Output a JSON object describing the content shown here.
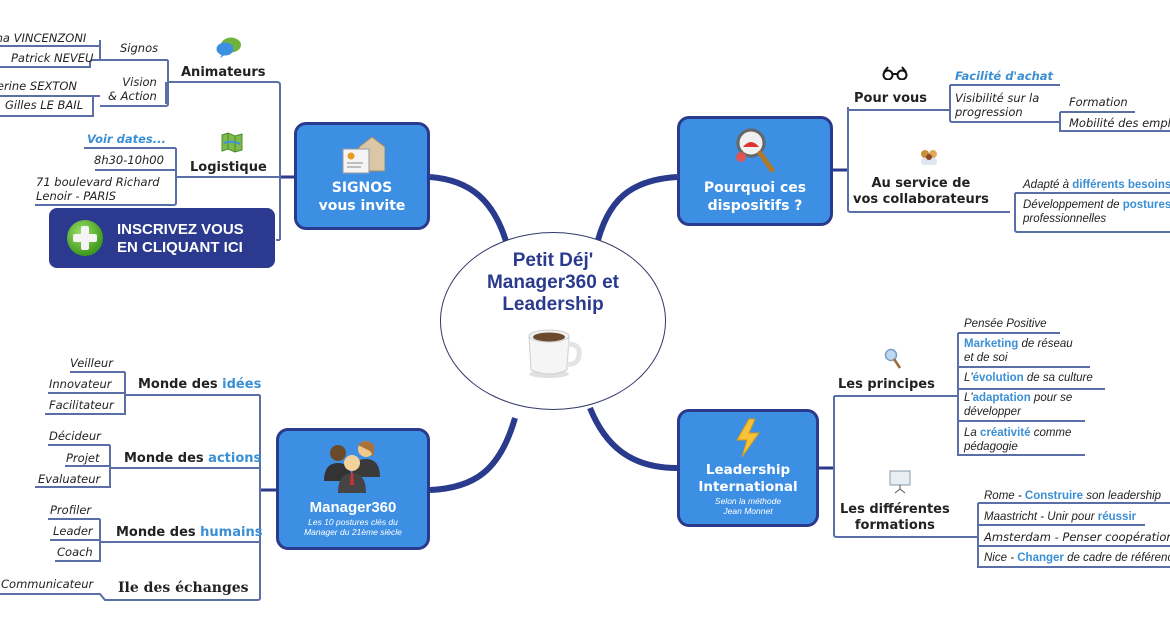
{
  "center": {
    "title_lines": [
      "Petit Déj'",
      "Manager360 et",
      "Leadership"
    ],
    "icon": "coffee-cup-icon"
  },
  "branches": {
    "signos": {
      "title_lines": [
        "SIGNOS",
        "vous invite"
      ],
      "icon": "invitation-envelope-icon",
      "animateurs": {
        "label": "Animateurs",
        "icon": "chat-bubbles-icon",
        "groups": [
          {
            "label": "Signos",
            "people": [
              "Ilana VINCENZONI",
              "Patrick NEVEU"
            ]
          },
          {
            "label_lines": [
              "Vision",
              "& Action"
            ],
            "people": [
              "Catherine SEXTON",
              "Gilles LE BAIL"
            ]
          }
        ]
      },
      "logistique": {
        "label": "Logistique",
        "icon": "map-icon",
        "items": [
          "Voir dates...",
          "8h30-10h00",
          "71 boulevard Richard",
          "Lenoir - PARIS"
        ]
      },
      "cta": {
        "line1": "INSCRIVEZ VOUS",
        "line2": "EN CLIQUANT ICI",
        "icon": "plus-icon"
      }
    },
    "pourquoi": {
      "title_lines": [
        "Pourquoi ces",
        "dispositifs ?"
      ],
      "icon": "magnifier-icon",
      "pour_vous": {
        "label": "Pour vous",
        "icon": "glasses-icon",
        "items": [
          "Facilité d'achat",
          "Visibilité sur la",
          "progression"
        ],
        "sub_items": [
          "Formation",
          "Mobilité des employés"
        ]
      },
      "collaborateurs": {
        "label_lines": [
          "Au service de",
          "vos collaborateurs"
        ],
        "icon": "group-icon",
        "items": [
          {
            "pre": "Adapté à ",
            "hl": "différents besoins",
            "post": ""
          },
          {
            "pre": "Développement de ",
            "hl": "postures",
            "post": "",
            "line2": "professionnelles"
          }
        ]
      }
    },
    "manager360": {
      "title": "Manager360",
      "subtitle_lines": [
        "Les 10 postures clés du",
        "Manager du 21ème siècle"
      ],
      "icon": "business-people-icon",
      "mondes": [
        {
          "pre": "Monde des ",
          "hl": "idées",
          "items": [
            "Veilleur",
            "Innovateur",
            "Facilitateur"
          ]
        },
        {
          "pre": "Monde des ",
          "hl": "actions",
          "items": [
            "Décideur",
            "Projet",
            "Evaluateur"
          ]
        },
        {
          "pre": "Monde des ",
          "hl": "humains",
          "items": [
            "Profiler",
            "Leader",
            "Coach"
          ]
        },
        {
          "pre": "Ile des échanges",
          "hl": "",
          "items": [
            "Communicateur"
          ]
        }
      ]
    },
    "leadership": {
      "title_lines": [
        "Leadership",
        "International"
      ],
      "subtitle_lines": [
        "Selon la méthode",
        "Jean Monnet"
      ],
      "icon": "lightning-icon",
      "principes": {
        "label": "Les principes",
        "icon": "magnifier-small-icon",
        "items": [
          {
            "pre": "Pensée Positive",
            "hl": "",
            "post": ""
          },
          {
            "pre": "",
            "hl": "Marketing",
            "post": " de réseau",
            "line2": "et de soi"
          },
          {
            "pre": "L'",
            "hl": "évolution",
            "post": " de sa culture"
          },
          {
            "pre": "L'",
            "hl": "adaptation",
            "post": " pour se",
            "line2": "développer"
          },
          {
            "pre": "La ",
            "hl": "créativité",
            "post": " comme",
            "line2": "pédagogie"
          }
        ]
      },
      "formations": {
        "label_lines": [
          "Les différentes",
          "formations"
        ],
        "icon": "presentation-board-icon",
        "items": [
          {
            "pre": "Rome - ",
            "hl": "Construire",
            "post": " son leadership"
          },
          {
            "pre": "Maastricht - Unir pour ",
            "hl": "réussir",
            "post": ""
          },
          {
            "pre": "Amsterdam - Penser coopération",
            "hl": "",
            "post": ""
          },
          {
            "pre": "Nice - ",
            "hl": "Changer",
            "post": " de cadre de référence"
          }
        ]
      }
    }
  },
  "colors": {
    "node_fill": "#3d8fe3",
    "node_border": "#2a3a8c",
    "connector": "#2a3a8c",
    "highlight": "#3b8fd4",
    "branch_line": "#5a6fa8"
  }
}
